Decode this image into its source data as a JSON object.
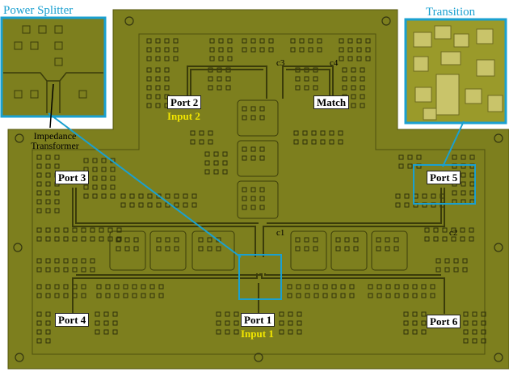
{
  "colors": {
    "substrate": "#7d7f1e",
    "substrate_dark": "#5c5e12",
    "trace": "#3b3c0a",
    "callout": "#1aa0d0",
    "input_text": "#f2e600"
  },
  "ports": {
    "port1": "Port 1",
    "port2": "Port 2",
    "port3": "Port 3",
    "port4": "Port 4",
    "port5": "Port 5",
    "port6": "Port 6",
    "match": "Match"
  },
  "inputs": {
    "input1": "Input 1",
    "input2": "Input 2"
  },
  "junctions": {
    "c1": "c1",
    "c2": "c2",
    "c3": "c3",
    "c4": "c4"
  },
  "callouts": {
    "power_splitter": "Power Splitter",
    "transition": "Transition",
    "impedance_transformer": "Impedance Transformer"
  }
}
